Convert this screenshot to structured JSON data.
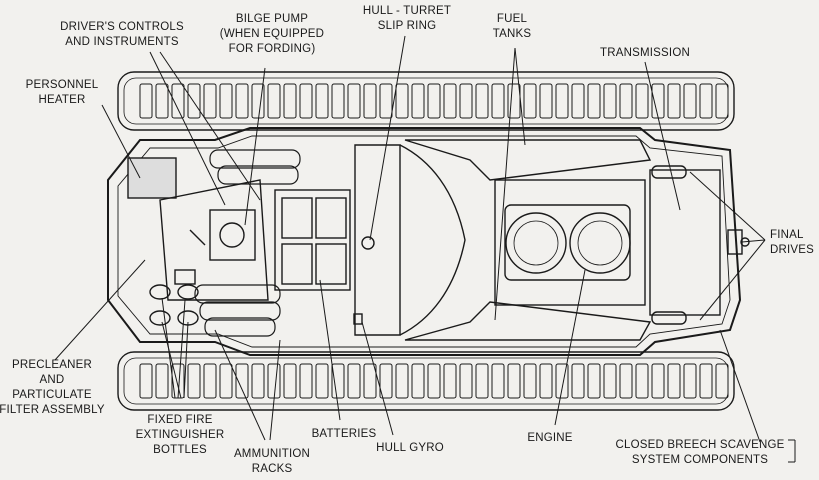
{
  "labels": {
    "drivers_controls": [
      "DRIVER'S CONTROLS",
      "AND INSTRUMENTS"
    ],
    "bilge_pump": [
      "BILGE PUMP",
      "(WHEN EQUIPPED",
      "FOR FORDING)"
    ],
    "hull_turret": [
      "HULL - TURRET",
      "SLIP RING"
    ],
    "fuel_tanks": [
      "FUEL",
      "TANKS"
    ],
    "transmission": [
      "TRANSMISSION"
    ],
    "personnel_heater": [
      "PERSONNEL",
      "HEATER"
    ],
    "final_drives": [
      "FINAL",
      "DRIVES"
    ],
    "precleaner": [
      "PRECLEANER",
      "AND",
      "PARTICULATE",
      "FILTER ASSEMBLY"
    ],
    "fire_ext": [
      "FIXED FIRE",
      "EXTINGUISHER",
      "BOTTLES"
    ],
    "ammo_racks": [
      "AMMUNITION",
      "RACKS"
    ],
    "batteries": [
      "BATTERIES"
    ],
    "hull_gyro": [
      "HULL GYRO"
    ],
    "engine": [
      "ENGINE"
    ],
    "closed_breech": [
      "CLOSED BREECH SCAVENGE",
      "SYSTEM COMPONENTS"
    ]
  }
}
